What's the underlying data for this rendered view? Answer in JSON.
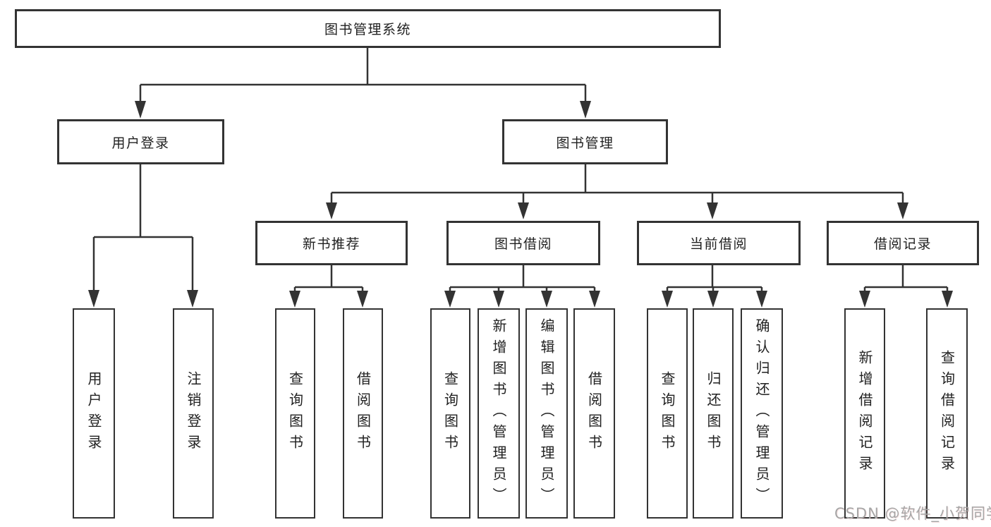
{
  "nodes": {
    "root": {
      "label": "图书管理系统"
    },
    "user_login": {
      "label": "用户登录"
    },
    "book_management": {
      "label": "图书管理"
    },
    "new_book_recommend": {
      "label": "新书推荐"
    },
    "book_borrowing": {
      "label": "图书借阅"
    },
    "current_borrowing": {
      "label": "当前借阅"
    },
    "borrowing_records": {
      "label": "借阅记录"
    },
    "leaves": {
      "user_login": {
        "label": "用户登录"
      },
      "logout": {
        "label": "注销登录"
      },
      "query_book_recommend": {
        "label": "查询图书"
      },
      "borrow_book_recommend": {
        "label": "借阅图书"
      },
      "query_book_borrowing": {
        "label": "查询图书"
      },
      "add_book_admin": {
        "label": "新增图书（管理员）"
      },
      "edit_book_admin": {
        "label": "编辑图书（管理员）"
      },
      "borrow_book_borrowing": {
        "label": "借阅图书"
      },
      "query_book_current": {
        "label": "查询图书"
      },
      "return_book": {
        "label": "归还图书"
      },
      "confirm_return_admin": {
        "label": "确认归还（管理员）"
      },
      "add_borrow_record": {
        "label": "新增借阅记录"
      },
      "query_borrow_record": {
        "label": "查询借阅记录"
      }
    }
  },
  "watermark": {
    "text": "CSDN @软件_小贺同学"
  },
  "colors": {
    "line": "#333333",
    "box_border": "#333333",
    "text": "#212121",
    "watermark": "#a6a6a6",
    "background": "#ffffff"
  }
}
